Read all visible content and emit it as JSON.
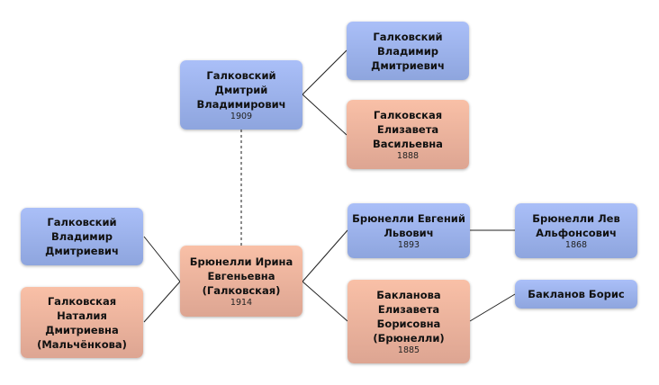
{
  "people": {
    "dmitry": {
      "name": "Галковский Дмитрий Владимирович",
      "year": "1909"
    },
    "vladimir_top": {
      "name": "Галковский Владимир Дмитриевич"
    },
    "elizaveta_v": {
      "name": "Галковская Елизавета Васильевна",
      "year": "1888"
    },
    "irina": {
      "name": "Брюнелли Ирина Евгеньевна (Галковская)",
      "year": "1914"
    },
    "vladimir_left": {
      "name": "Галковский Владимир Дмитриевич"
    },
    "natalia": {
      "name": "Галковская Наталия Дмитриевна (Мальчёнкова)"
    },
    "evgeny": {
      "name": "Брюнелли Евгений Львович",
      "year": "1893"
    },
    "baklanova": {
      "name": "Бакланова Елизавета Борисовна (Брюнелли)",
      "year": "1885"
    },
    "lev": {
      "name": "Брюнелли Лев Альфонсович",
      "year": "1868"
    },
    "boris": {
      "name": "Бакланов Борис"
    }
  },
  "colors": {
    "male": "#9fb4ee",
    "female": "#eeb29c",
    "line": "#222222"
  }
}
